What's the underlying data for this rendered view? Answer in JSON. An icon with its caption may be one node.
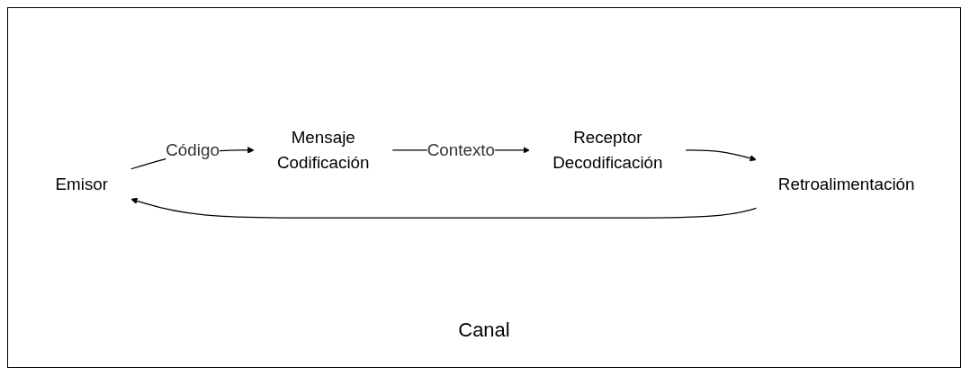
{
  "diagram": {
    "nodes": [
      {
        "text": [
          "Emisor"
        ]
      },
      {
        "text": [
          "Mensaje",
          "Codificación"
        ]
      },
      {
        "text": [
          "Receptor",
          "Decodificación"
        ]
      },
      {
        "text": [
          "Retroalimentación"
        ]
      }
    ],
    "edges": [
      {
        "from": 0,
        "to": 1,
        "arrow": "to",
        "label": "Código"
      },
      {
        "from": 1,
        "to": 2,
        "arrow": "to",
        "label": "Contexto"
      },
      {
        "from": 2,
        "to": 3,
        "arrow": "to"
      },
      {
        "from": 3,
        "to": 0,
        "arrow": "to"
      }
    ],
    "labels": [
      "Canal"
    ]
  }
}
